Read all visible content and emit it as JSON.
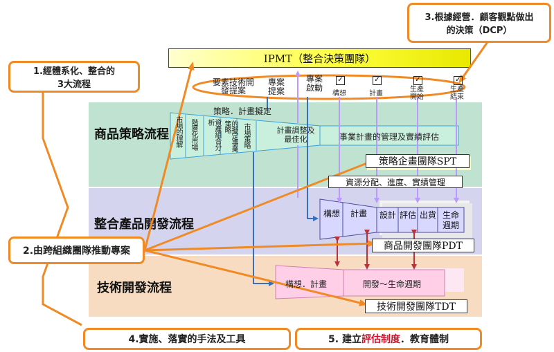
{
  "ipmt": {
    "label": "IPMT（整合決策團隊）"
  },
  "callouts": {
    "c1": {
      "line1": "1.經體系化、整合的",
      "line2": "3大流程"
    },
    "c2": {
      "label": "2.由跨組織團隊推動專案"
    },
    "c3": {
      "line1": "3.根據經營．顧客觀點做出",
      "line2": "的決策（DCP）"
    },
    "c4": {
      "label": "4.實施、落實的手法及工具"
    },
    "c5": {
      "prefix": "5. 建立",
      "highlight": "評估制度",
      "suffix": "．教育體制"
    }
  },
  "decisions": {
    "d1": "要素技術開發提案",
    "d2": "專案提案",
    "d3": "專案啟動",
    "d4": "構想",
    "d5": "計畫",
    "d6": "生產開始",
    "d7": "生產結束"
  },
  "bands": {
    "strategy": "商品策略流程",
    "product": "整合產品開發流程",
    "tech": "技術開發流程"
  },
  "strategy": {
    "header": "策略．計畫擬定",
    "steps": [
      "市場的理解",
      "階層化市場",
      "資產組合分析",
      "的擬定事業策略",
      "市場策略"
    ],
    "optimize": "計畫調整及最佳化",
    "manage": "事業計畫的管理及實績評估"
  },
  "teams": {
    "spt": "策略企畫團隊SPT",
    "resource": "資源分配、進度、實績管理",
    "pdt": "商品開發團隊PDT",
    "tdt": "技術開發團隊TDT"
  },
  "product_steps": [
    "構想",
    "計畫",
    "設計",
    "評估",
    "出貨",
    "生命週期"
  ],
  "tech_steps": {
    "plan": "構想．計畫",
    "develop": "開發～生命週期"
  },
  "colors": {
    "orange": "#f08a24",
    "strategy_band": "#bfe3d0",
    "product_band": "#d4d4ee",
    "tech_band": "#f7dcc2",
    "funnel_green": "#c9f0dd",
    "funnel_blue": "#d8d8ff",
    "funnel_pink": "#ffcfe8",
    "lilac": "#bb99ff",
    "red": "#b7333a",
    "blue": "#3a6fbd"
  }
}
